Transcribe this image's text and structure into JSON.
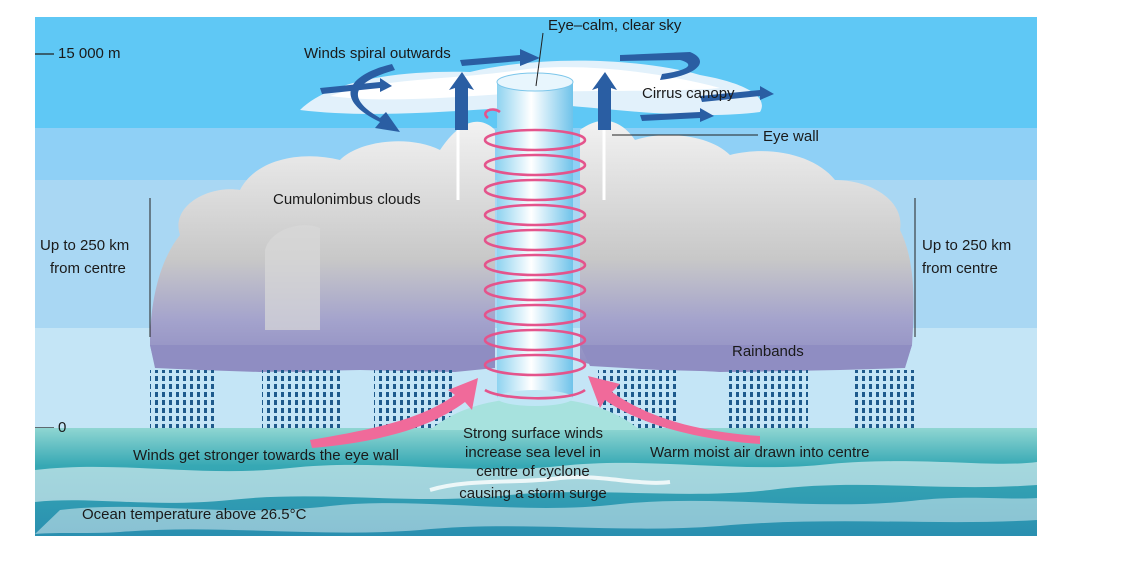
{
  "diagram": {
    "altitude_top": "15 000 m",
    "altitude_bottom": "0",
    "labels": {
      "eye": "Eye–calm, clear sky",
      "winds_spiral": "Winds spiral outwards",
      "cirrus": "Cirrus canopy",
      "eye_wall": "Eye wall",
      "cumulonimbus": "Cumulonimbus clouds",
      "left_extent_1": "Up to 250 km",
      "left_extent_2": "from centre",
      "right_extent_1": "Up to 250 km",
      "right_extent_2": "from centre",
      "rainbands": "Rainbands",
      "winds_stronger": "Winds get stronger towards the eye wall",
      "surge_1": "Strong surface winds",
      "surge_2": "increase sea level in",
      "surge_3": "centre of cyclone",
      "surge_4": "causing a storm surge",
      "warm_air": "Warm moist air drawn into centre",
      "ocean_temp": "Ocean temperature above 26.5°C"
    },
    "colors": {
      "sky_top": "#5fc8f5",
      "sky_mid": "#7fcff5",
      "sky_band": "#a9d7f3",
      "cloud_light": "#eeeeee",
      "cloud_mid": "#bdbdbd",
      "cloud_shadow": "#9a98c8",
      "sea": "#2e9fb0",
      "sea_light": "#7fd0d0",
      "spiral": "#e4548c",
      "arrow_blue": "#2a5ea3",
      "arrow_pink": "#f06a9a",
      "rain": "#1e5a8c"
    }
  }
}
